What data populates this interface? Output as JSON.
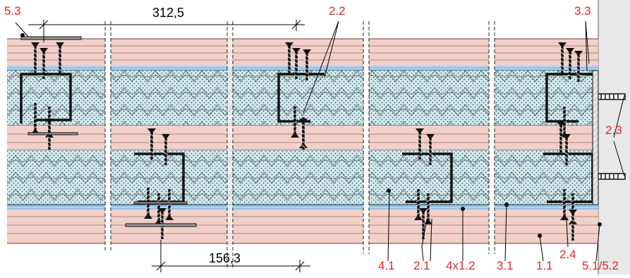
{
  "dimensions": {
    "top": "312,5",
    "bottom": "156,3"
  },
  "callouts": {
    "c_5_3": "5.3",
    "c_2_2": "2.2",
    "c_3_3": "3.3",
    "c_2_3": "2.3",
    "c_4_1": "4.1",
    "c_2_1": "2.1",
    "c_4x1_2": "4x1.2",
    "c_3_1": "3.1",
    "c_1_1": "1.1",
    "c_2_4": "2.4",
    "c_5_1_5_2": "5.1/5.2"
  },
  "colors": {
    "board": "#f2cfc9",
    "board_line": "#9c6b66",
    "insulation": "#cfe8ec",
    "blue_layer": "#8fc3e8",
    "callout": "#e3252b",
    "wall": "#e6e6e6"
  }
}
